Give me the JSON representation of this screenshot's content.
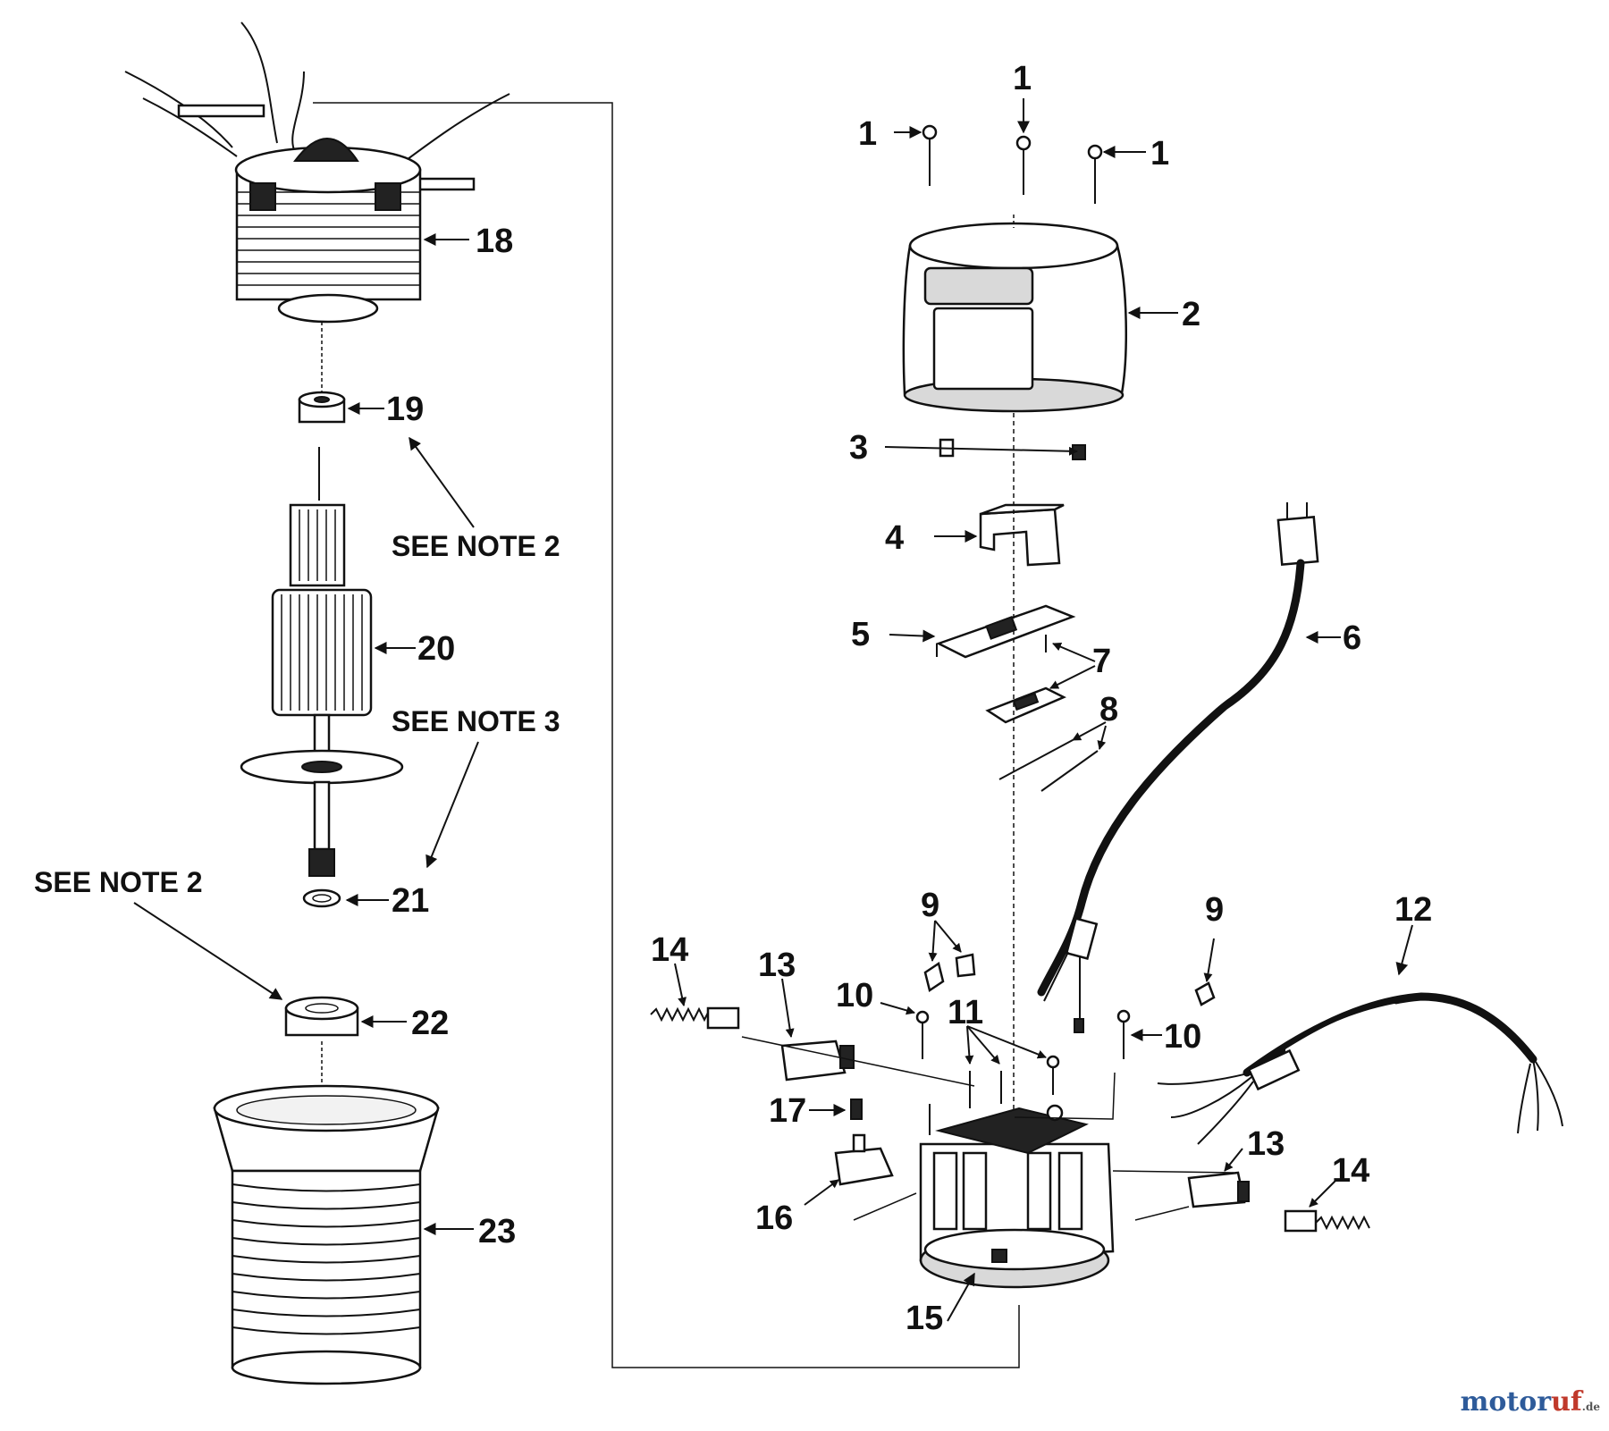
{
  "labels": {
    "p1a": "1",
    "p1b": "1",
    "p1c": "1",
    "p2": "2",
    "p3": "3",
    "p4": "4",
    "p5": "5",
    "p6": "6",
    "p7": "7",
    "p8": "8",
    "p9a": "9",
    "p9b": "9",
    "p10a": "10",
    "p10b": "10",
    "p11": "11",
    "p12": "12",
    "p13a": "13",
    "p13b": "13",
    "p14a": "14",
    "p14b": "14",
    "p15": "15",
    "p16": "16",
    "p17": "17",
    "p18": "18",
    "p19": "19",
    "p20": "20",
    "p21": "21",
    "p22": "22",
    "p23": "23"
  },
  "notes": {
    "note_a": "SEE NOTE 2",
    "note_b": "SEE NOTE 3",
    "note_c": "SEE NOTE 2"
  },
  "watermark": {
    "part1": "motor",
    "part2": "uf",
    "part3": ".de"
  }
}
